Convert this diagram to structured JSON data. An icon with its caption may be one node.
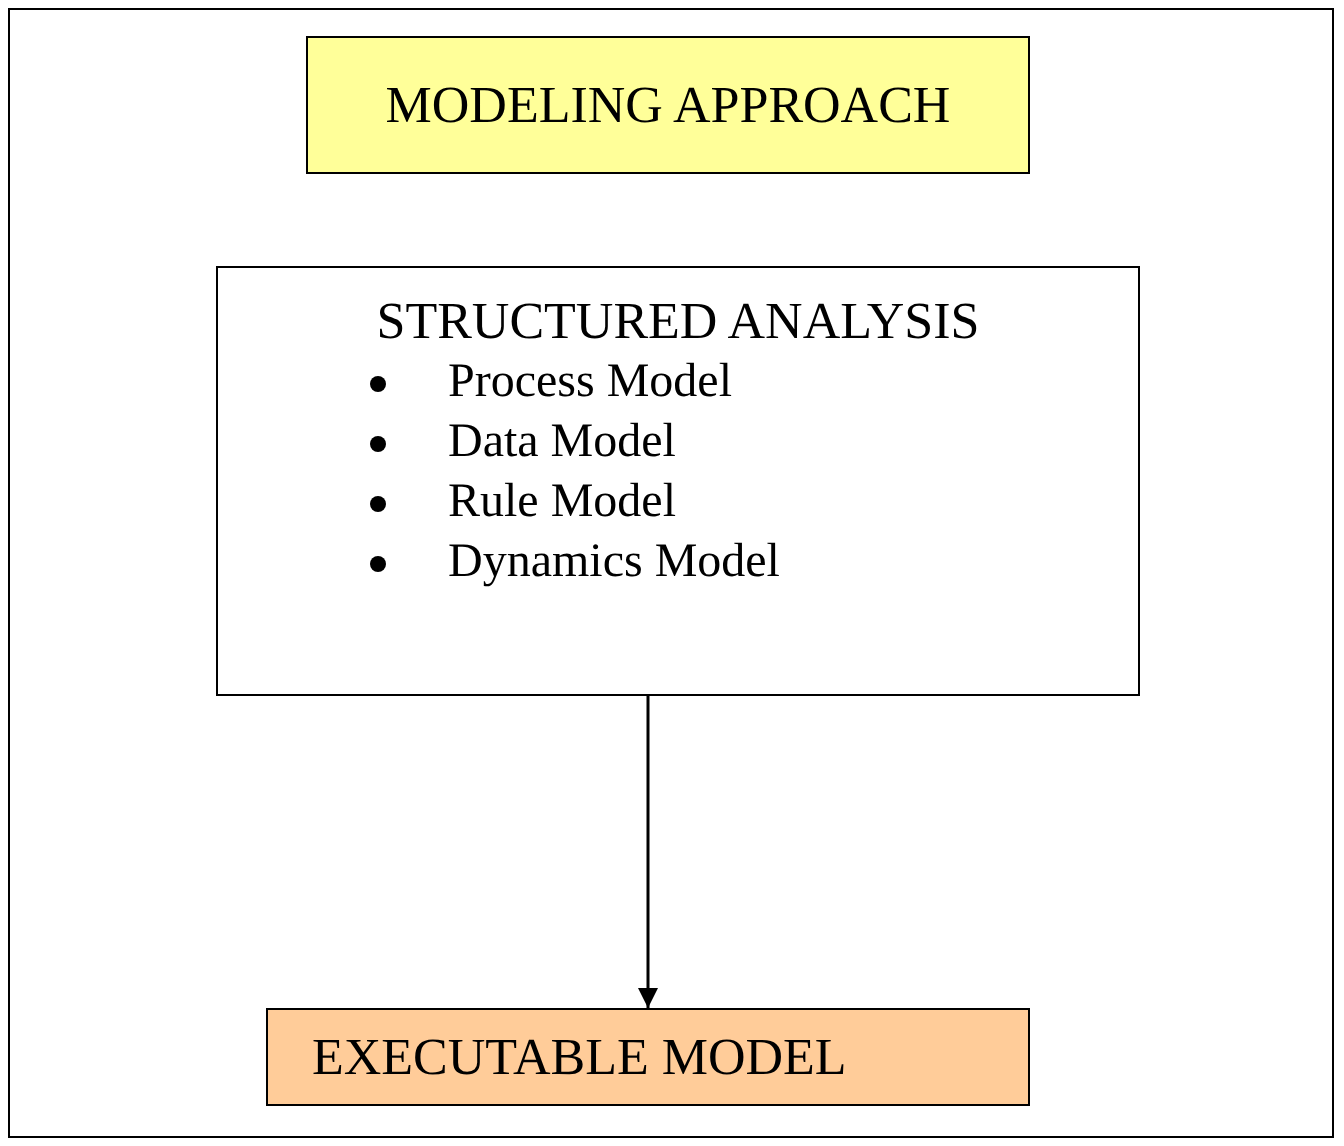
{
  "diagram": {
    "nodes": [
      {
        "text": [
          "MODELING APPROACH"
        ]
      },
      {
        "text": [
          "STRUCTURED ANALYSIS",
          "Process Model",
          "Data Model",
          "Rule Model",
          "Dynamics Model"
        ]
      },
      {
        "text": [
          "EXECUTABLE MODEL"
        ]
      }
    ],
    "edges": [
      {
        "from": 1,
        "to": 2,
        "arrow": "to"
      }
    ]
  }
}
